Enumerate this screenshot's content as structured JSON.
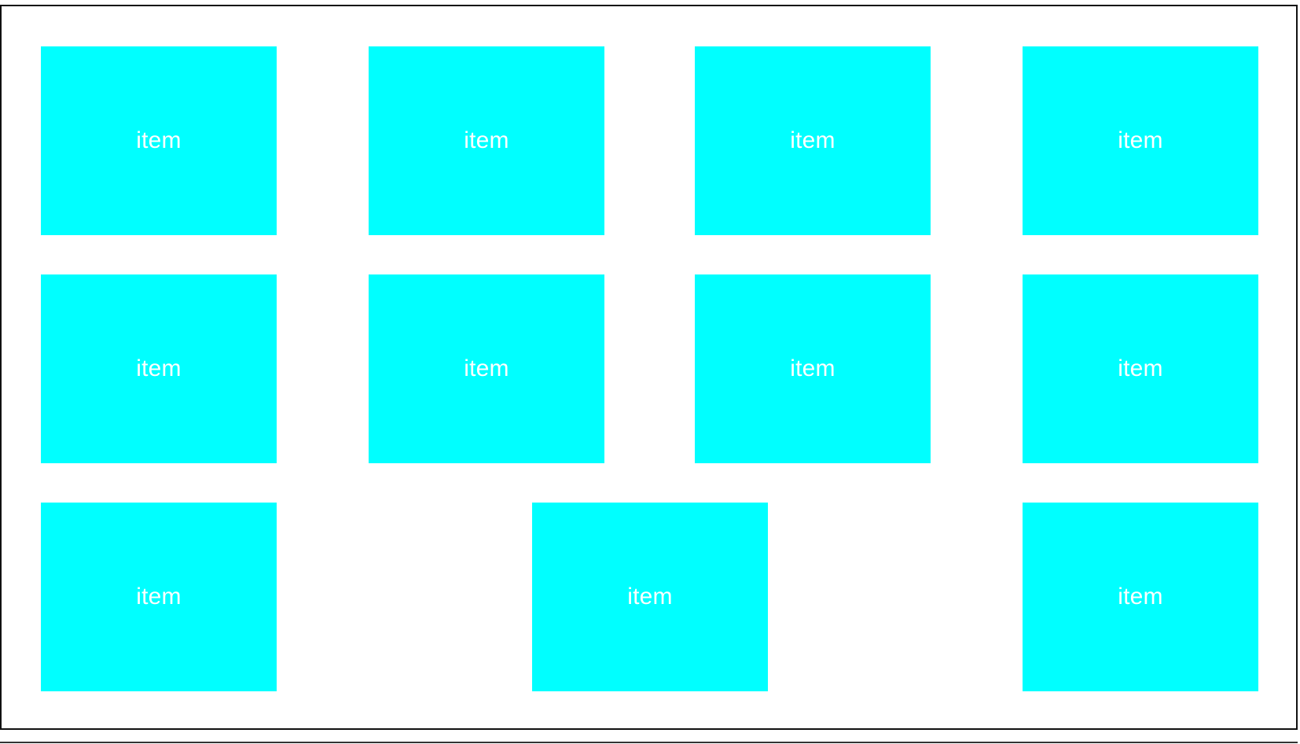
{
  "colors": {
    "item_background": "#00ffff",
    "item_text": "#ffffff",
    "border": "#111111"
  },
  "grid": {
    "items": [
      {
        "label": "item"
      },
      {
        "label": "item"
      },
      {
        "label": "item"
      },
      {
        "label": "item"
      },
      {
        "label": "item"
      },
      {
        "label": "item"
      },
      {
        "label": "item"
      },
      {
        "label": "item"
      },
      {
        "label": "item"
      },
      {
        "label": "item"
      },
      {
        "label": "item"
      }
    ]
  }
}
